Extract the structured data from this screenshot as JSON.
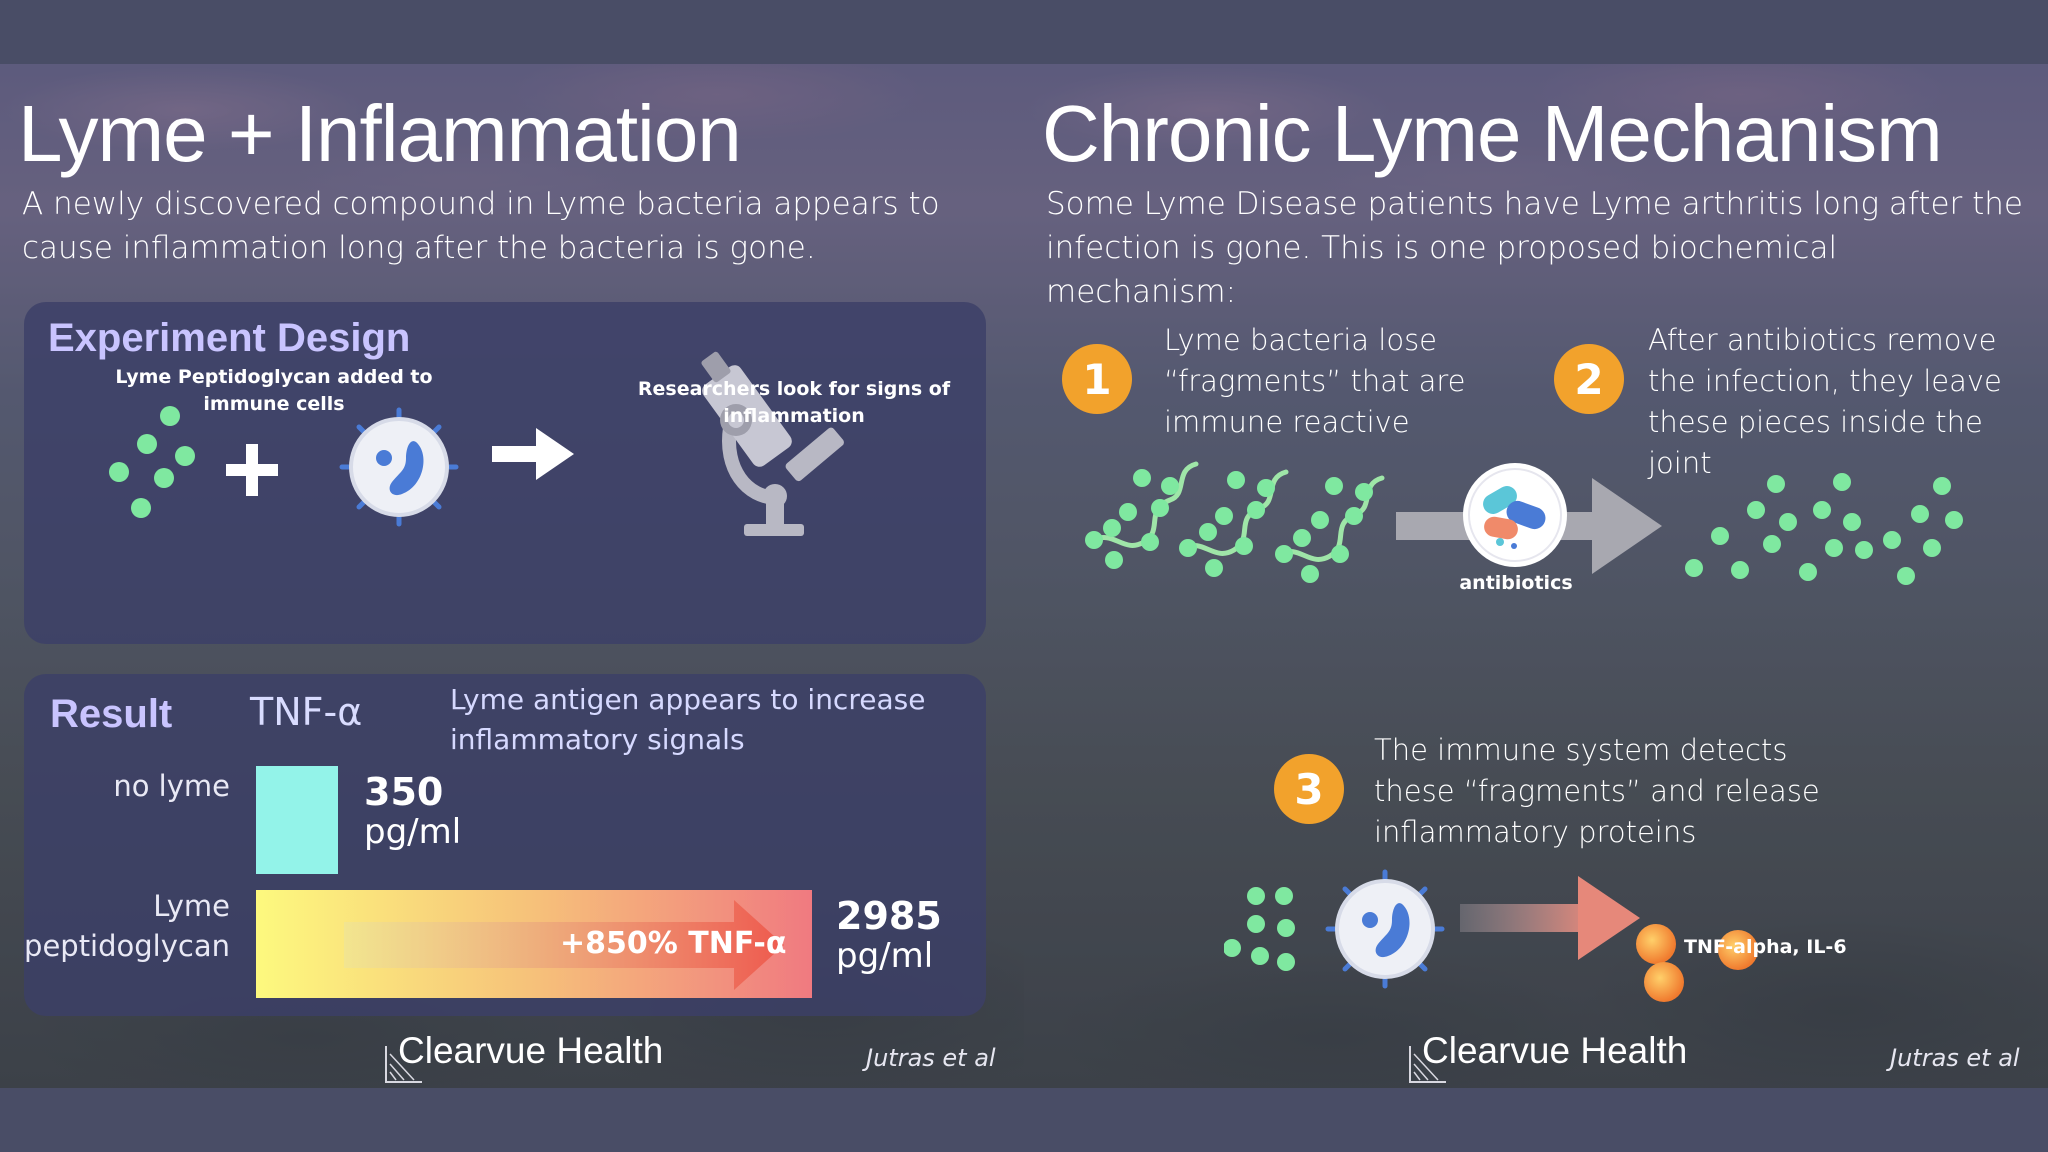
{
  "left": {
    "title": "Lyme + Inflammation",
    "subtitle": "A newly discovered compound in Lyme bacteria appears to cause inflammation long after the bacteria is gone.",
    "experiment": {
      "heading": "Experiment Design",
      "caption_left": "Lyme Peptidoglycan added to immune cells",
      "caption_right": "Researchers look for signs of inflammation"
    },
    "result": {
      "heading": "Result",
      "measure": "TNF-α",
      "note": "Lyme antigen appears to increase inflammatory signals",
      "increase_label": "+850% TNF-α",
      "bars": [
        {
          "label": "no lyme",
          "value": 350,
          "value_text": "350",
          "unit": "pg/ml",
          "color": "#93f3e9"
        },
        {
          "label": "Lyme peptidoglycan",
          "value": 2985,
          "value_text": "2985",
          "unit": "pg/ml",
          "color_start": "#fdf97e",
          "color_end": "#f07a80"
        }
      ]
    },
    "footer": {
      "brand": "Clearvue Health",
      "cite": "Jutras et al"
    }
  },
  "right": {
    "title": "Chronic Lyme Mechanism",
    "subtitle": "Some Lyme Disease patients have Lyme arthritis long after the infection is gone. This is one proposed biochemical mechanism:",
    "steps": [
      {
        "number": "1",
        "text": "Lyme bacteria lose “fragments” that are immune reactive"
      },
      {
        "number": "2",
        "text": "After antibiotics remove the infection, they leave these pieces inside the joint"
      },
      {
        "number": "3",
        "text": "The immune system detects these “fragments” and release inflammatory proteins"
      }
    ],
    "antibiotics_label": "antibiotics",
    "proteins_label": "TNF-alpha, IL-6",
    "footer": {
      "brand": "Clearvue Health",
      "cite": "Jutras et al"
    }
  },
  "colors": {
    "accent_purple": "#c9c4ff",
    "fragment_green": "#7fe8a0",
    "step_orange": "#f2a22c",
    "no_lyme_bar": "#93f3e9",
    "protein_orange": "#f5902e"
  }
}
